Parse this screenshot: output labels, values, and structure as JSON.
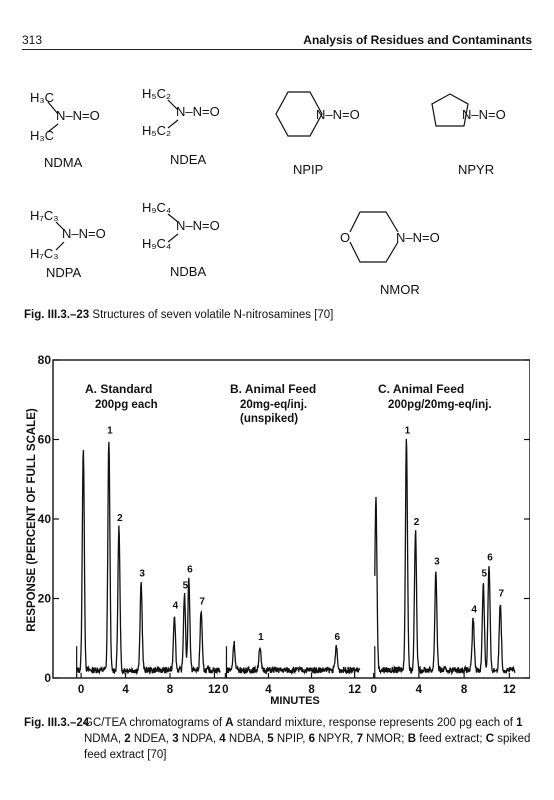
{
  "header": {
    "page_number": "313",
    "running_title": "Analysis of Residues and Contaminants"
  },
  "figure1": {
    "label": "Fig. III.3.–23",
    "caption": "Structures of seven volatile N-nitrosamines [70]",
    "compounds": [
      {
        "name": "NDMA",
        "lines": [
          "H₃C",
          "N–N=O",
          "H₃C"
        ]
      },
      {
        "name": "NDEA",
        "lines": [
          "H₅C₂",
          "N–N=O",
          "H₅C₂"
        ]
      },
      {
        "name": "NPIP",
        "group": "N–N=O"
      },
      {
        "name": "NPYR",
        "group": "N–N=O"
      },
      {
        "name": "NDPA",
        "lines": [
          "H₇C₃",
          "N–N=O",
          "H₇C₃"
        ]
      },
      {
        "name": "NDBA",
        "lines": [
          "H₉C₄",
          "N–N=O",
          "H₉C₄"
        ]
      },
      {
        "name": "NMOR",
        "group": "N–N=O",
        "ring_atom": "O"
      }
    ]
  },
  "figure2": {
    "label": "Fig. III.3.–24",
    "caption_parts": [
      {
        "t": "GC/TEA chromatograms of ",
        "b": false
      },
      {
        "t": "A",
        "b": true
      },
      {
        "t": " standard mixture, response represents 200 pg each of ",
        "b": false
      },
      {
        "t": "1",
        "b": true
      },
      {
        "t": " NDMA, ",
        "b": false
      },
      {
        "t": "2",
        "b": true
      },
      {
        "t": " NDEA, ",
        "b": false
      },
      {
        "t": "3",
        "b": true
      },
      {
        "t": " NDPA, ",
        "b": false
      },
      {
        "t": "4",
        "b": true
      },
      {
        "t": " NDBA, ",
        "b": false
      },
      {
        "t": "5",
        "b": true
      },
      {
        "t": " NPIP, ",
        "b": false
      },
      {
        "t": "6",
        "b": true
      },
      {
        "t": " NPYR, ",
        "b": false
      },
      {
        "t": "7",
        "b": true
      },
      {
        "t": " NMOR; ",
        "b": false
      },
      {
        "t": "B",
        "b": true
      },
      {
        "t": " feed extract; ",
        "b": false
      },
      {
        "t": "C",
        "b": true
      },
      {
        "t": " spiked feed extract [70]",
        "b": false
      }
    ]
  },
  "chart_data": {
    "type": "line",
    "xlabel": "MINUTES",
    "ylabel": "RESPONSE (PERCENT OF FULL SCALE)",
    "ylim": [
      0,
      80
    ],
    "yticks": [
      0,
      20,
      40,
      60,
      80
    ],
    "grid": false,
    "panels": [
      {
        "title": "A. Standard",
        "subtitle": [
          "200pg each"
        ],
        "xlim": [
          -1,
          12.5
        ],
        "xticks": [
          "0",
          "4",
          "8",
          "12"
        ],
        "baseline": 2,
        "peaks": [
          {
            "x": 0.2,
            "y": 58,
            "label": ""
          },
          {
            "x": 2.5,
            "y": 60,
            "label": "1"
          },
          {
            "x": 3.4,
            "y": 38,
            "label": "2"
          },
          {
            "x": 5.4,
            "y": 24,
            "label": "3"
          },
          {
            "x": 8.4,
            "y": 16,
            "label": "4"
          },
          {
            "x": 9.3,
            "y": 21,
            "label": "5"
          },
          {
            "x": 9.7,
            "y": 25,
            "label": "6"
          },
          {
            "x": 10.8,
            "y": 17,
            "label": "7"
          }
        ]
      },
      {
        "title": "B. Animal Feed",
        "subtitle": [
          "20mg-eq/inj.",
          "(unspiked)"
        ],
        "xlim": [
          -0.5,
          12.5
        ],
        "xticks": [
          "0",
          "4",
          "8",
          "12"
        ],
        "baseline": 2,
        "peaks": [
          {
            "x": 0.8,
            "y": 9,
            "label": ""
          },
          {
            "x": 3.2,
            "y": 8,
            "label": "1"
          },
          {
            "x": 10.3,
            "y": 8,
            "label": "6"
          }
        ]
      },
      {
        "title": "C. Animal Feed",
        "subtitle": [
          "200pg/20mg-eq/inj."
        ],
        "xlim": [
          -0.5,
          12.5
        ],
        "xticks": [
          "0",
          "4",
          "8",
          "12"
        ],
        "baseline": 2,
        "peaks": [
          {
            "x": 0.2,
            "y": 46,
            "label": ""
          },
          {
            "x": 2.9,
            "y": 60,
            "label": "1"
          },
          {
            "x": 3.7,
            "y": 37,
            "label": "2"
          },
          {
            "x": 5.5,
            "y": 27,
            "label": "3"
          },
          {
            "x": 8.8,
            "y": 15,
            "label": "4"
          },
          {
            "x": 9.7,
            "y": 24,
            "label": "5"
          },
          {
            "x": 10.2,
            "y": 28,
            "label": "6"
          },
          {
            "x": 11.2,
            "y": 19,
            "label": "7"
          }
        ]
      }
    ]
  }
}
